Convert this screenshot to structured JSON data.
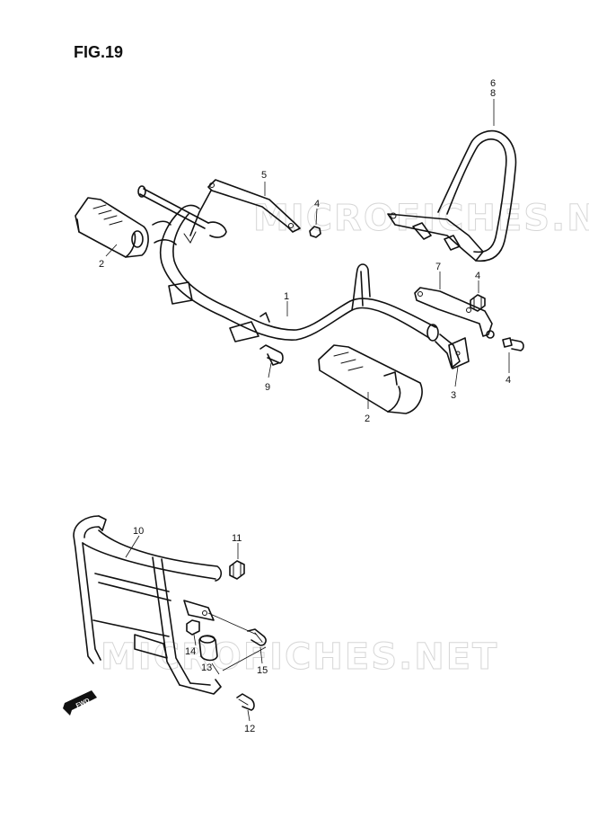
{
  "figure": {
    "title": "FIG.19"
  },
  "watermarks": [
    "MICROFICHES.NET",
    "MICROFICHES.NET"
  ],
  "fwd_arrow": {
    "label": "FWD"
  },
  "callouts": [
    {
      "id": "1",
      "label": "1"
    },
    {
      "id": "2a",
      "label": "2"
    },
    {
      "id": "2b",
      "label": "2"
    },
    {
      "id": "3",
      "label": "3"
    },
    {
      "id": "4a",
      "label": "4"
    },
    {
      "id": "4b",
      "label": "4"
    },
    {
      "id": "4c",
      "label": "4"
    },
    {
      "id": "5",
      "label": "5"
    },
    {
      "id": "6",
      "label": "6"
    },
    {
      "id": "7",
      "label": "7"
    },
    {
      "id": "8",
      "label": "8"
    },
    {
      "id": "9",
      "label": "9"
    },
    {
      "id": "10",
      "label": "10"
    },
    {
      "id": "11",
      "label": "11"
    },
    {
      "id": "12",
      "label": "12"
    },
    {
      "id": "13",
      "label": "13"
    },
    {
      "id": "14",
      "label": "14"
    },
    {
      "id": "15",
      "label": "15"
    }
  ]
}
